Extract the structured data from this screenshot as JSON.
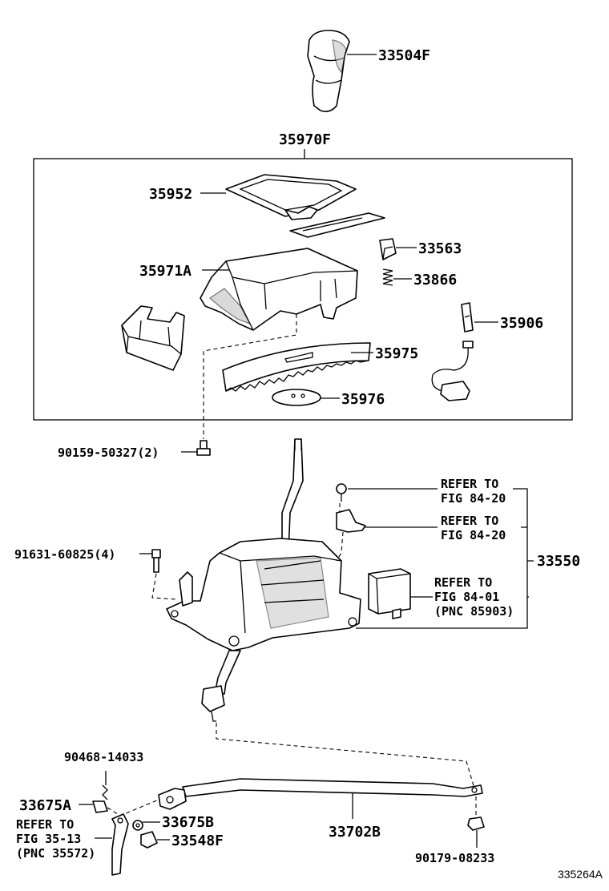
{
  "diagram": {
    "parts": {
      "p33504F": "33504F",
      "p35970F": "35970F",
      "p35952": "35952",
      "p33563": "33563",
      "p35971A": "35971A",
      "p33866": "33866",
      "p35906": "35906",
      "p35975": "35975",
      "p35976": "35976",
      "p90159": "90159-50327(2)",
      "p91631": "91631-60825(4)",
      "p33550": "33550",
      "p90468": "90468-14033",
      "p33675A": "33675A",
      "p33675B": "33675B",
      "p33702B": "33702B",
      "p33548F": "33548F",
      "p90179": "90179-08233"
    },
    "refs": {
      "r1_line1": "REFER TO",
      "r1_line2": "FIG 84-20",
      "r2_line1": "REFER TO",
      "r2_line2": "FIG 84-20",
      "r3_line1": "REFER TO",
      "r3_line2": "FIG 84-01",
      "r3_line3": "(PNC 85903)",
      "r4_line1": "REFER TO",
      "r4_line2": "FIG 35-13",
      "r4_line3": "(PNC 35572)"
    },
    "figure_id": "335264A"
  }
}
